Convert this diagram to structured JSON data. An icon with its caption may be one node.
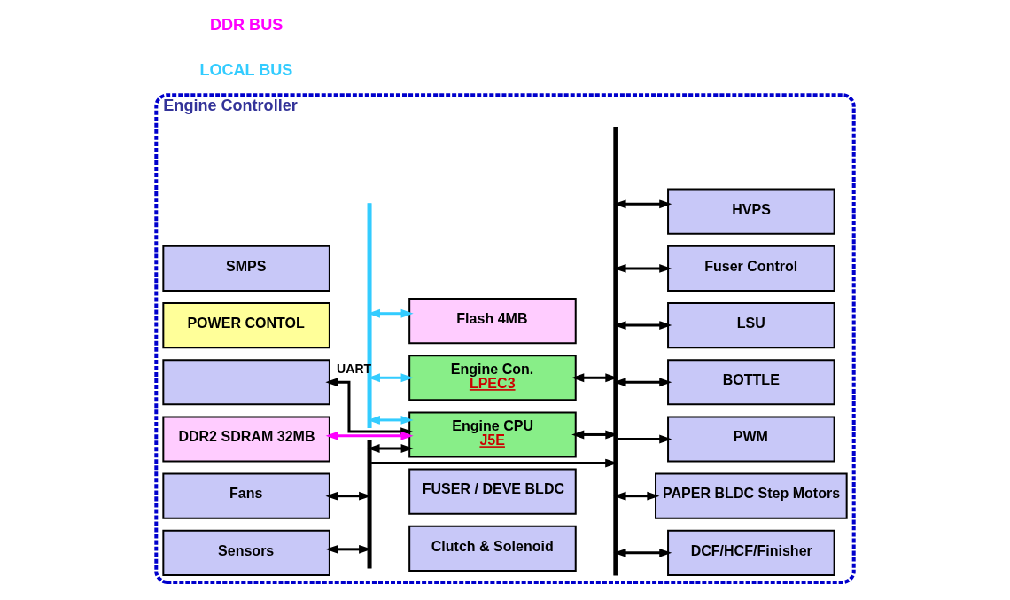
{
  "diagram": {
    "nodes": [
      {
        "text": [
          "Engine Controller"
        ]
      },
      {
        "text": [
          "SMPS"
        ],
        "in": 0
      },
      {
        "text": [
          "POWER CONTOL"
        ],
        "in": 0
      },
      {
        "text": [],
        "shape": "box",
        "in": 0
      },
      {
        "text": [
          "DDR2 SDRAM 32MB"
        ],
        "in": 0
      },
      {
        "text": [],
        "shape": "bar",
        "in": 0
      },
      {
        "text": [
          "Flash 4MB"
        ],
        "in": 0
      },
      {
        "text": [
          "Engine Con.",
          "LPEC3"
        ],
        "in": 0
      },
      {
        "text": [
          "Engine CPU",
          "J5E"
        ],
        "in": 0
      },
      {
        "text": [],
        "shape": "bar",
        "in": 0
      },
      {
        "text": [
          "HVPS"
        ],
        "in": 0
      },
      {
        "text": [
          "Fuser Control"
        ],
        "in": 0
      },
      {
        "text": [
          "LSU"
        ],
        "in": 0
      },
      {
        "text": [
          "BOTTLE"
        ],
        "in": 0
      },
      {
        "text": [
          "PWM"
        ],
        "in": 0
      },
      {
        "text": [
          "PAPER BLDC Step Motors"
        ],
        "in": 0
      },
      {
        "text": [
          "DCF/HCF/Finisher"
        ],
        "in": 0
      },
      {
        "text": [],
        "shape": "bar",
        "in": 0
      },
      {
        "text": [
          "Fans"
        ],
        "in": 0
      },
      {
        "text": [
          "Sensors"
        ],
        "in": 0
      },
      {
        "text": [
          "FUSER / DEVE BLDC"
        ],
        "in": 0
      },
      {
        "text": [
          "Clutch & Solenoid"
        ],
        "in": 0
      }
    ],
    "edges": [
      {
        "from": 5,
        "to": 6,
        "arrow": "both",
        "color": "#33ccff"
      },
      {
        "from": 5,
        "to": 7,
        "arrow": "both",
        "color": "#33ccff"
      },
      {
        "from": 5,
        "to": 8,
        "arrow": "both",
        "color": "#33ccff"
      },
      {
        "from": 3,
        "to": 8,
        "arrow": "both",
        "label": "UART"
      },
      {
        "from": 4,
        "to": 8,
        "arrow": "both",
        "color": "#ff00ff"
      },
      {
        "from": 7,
        "to": 9,
        "arrow": "both"
      },
      {
        "from": 8,
        "to": 9,
        "arrow": "both"
      },
      {
        "from": 9,
        "to": 10,
        "arrow": "both"
      },
      {
        "from": 9,
        "to": 11,
        "arrow": "both"
      },
      {
        "from": 9,
        "to": 12,
        "arrow": "both"
      },
      {
        "from": 9,
        "to": 13,
        "arrow": "both"
      },
      {
        "from": 17,
        "to": 9,
        "arrow": "to"
      },
      {
        "from": 9,
        "to": 14,
        "arrow": "to"
      },
      {
        "from": 9,
        "to": 15,
        "arrow": "both"
      },
      {
        "from": 9,
        "to": 16,
        "arrow": "both"
      },
      {
        "from": 8,
        "to": 17,
        "arrow": "both"
      },
      {
        "from": 17,
        "to": 18,
        "arrow": "both"
      },
      {
        "from": 17,
        "to": 19,
        "arrow": "both"
      }
    ],
    "legend": [
      {
        "text": "DDR BUS"
      },
      {
        "text": "LOCAL BUS"
      }
    ]
  }
}
